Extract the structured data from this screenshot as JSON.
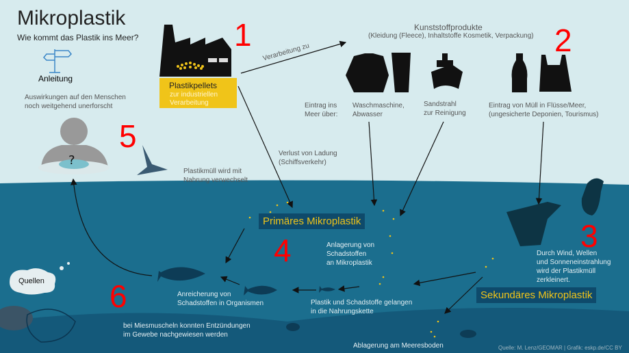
{
  "title": "Mikroplastik",
  "subtitle": "Wie kommt das Plastik ins Meer?",
  "guide": {
    "label": "Anleitung",
    "icon": "signpost-icon"
  },
  "markers": [
    "1",
    "2",
    "3",
    "4",
    "5",
    "6"
  ],
  "pellets": {
    "title": "Plastikpellets",
    "sub1": "zur industriellen",
    "sub2": "Verarbeitung"
  },
  "processing": "Verarbeitung zu",
  "products": {
    "title": "Kunststoffprodukte",
    "sub": "(Kleidung (Fleece), Inhaltstoffe Kosmetik, Verpackung)"
  },
  "entry": {
    "l1": "Eintrag ins",
    "l2": "Meer über:"
  },
  "washing": {
    "l1": "Waschmaschine,",
    "l2": "Abwasser"
  },
  "sandblast": {
    "l1": "Sandstrahl",
    "l2": "zur Reinigung"
  },
  "litter": {
    "l1": "Eintrag von Müll in Flüsse/Meer,",
    "l2": "(ungesicherte Deponien, Tourismus)"
  },
  "cargo": {
    "l1": "Verlust von Ladung",
    "l2": "(Schiffsverkehr)"
  },
  "humans": {
    "l1": "Auswirkungen auf den Menschen",
    "l2": "noch weitgehend unerforscht"
  },
  "bird": {
    "l1": "Plastikmüll wird mit",
    "l2": "Nahrung verwechselt"
  },
  "primary": "Primäres Mikroplastik",
  "secondary": "Sekundäres Mikroplastik",
  "pollutants": {
    "l1": "Anlagerung von",
    "l2": "Schadstoffen",
    "l3": "an Mikroplastik"
  },
  "breakdown": {
    "l1": "Durch Wind, Wellen",
    "l2": "und Sonneneinstrahlung",
    "l3": "wird der Plastikmüll",
    "l4": "zerkleinert."
  },
  "foodchain": {
    "l1": "Plastik und Schadstoffe gelangen",
    "l2": "in die Nahrungskette"
  },
  "accumulation": {
    "l1": "Anreicherung von",
    "l2": "Schadstoffen in Organismen"
  },
  "mussels": {
    "l1": "bei Miesmuscheln konnten Entzündungen",
    "l2": "im Gewebe nachgewiesen werden"
  },
  "seabed": "Ablagerung am Meeresboden",
  "sources": "Quellen",
  "credit": "Quelle: M. Lenz/GEOMAR | Grafik: eskp.de/CC BY",
  "colors": {
    "sky": "#d7ebee",
    "sea": "#1b6e8e",
    "floor": "#135a7a",
    "accent": "#f0c419",
    "marker": "#ff0000"
  }
}
